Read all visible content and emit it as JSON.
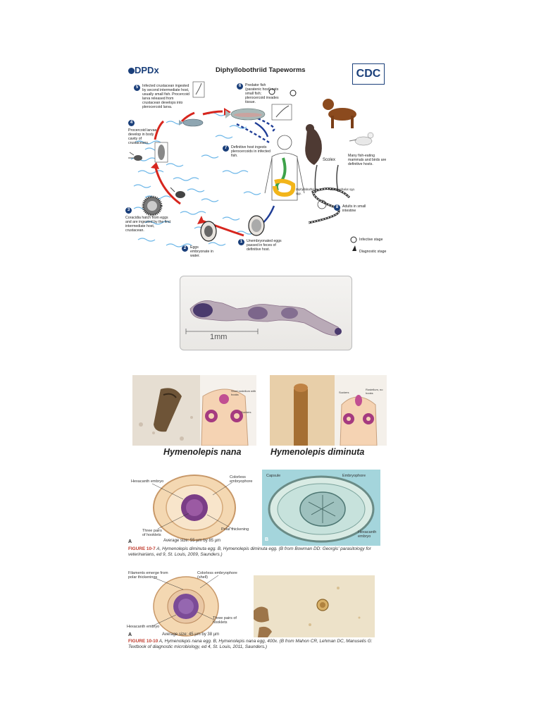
{
  "lifecycle": {
    "logo_left": "DPDx",
    "title": "Diphyllobothriid Tapeworms",
    "logo_right": "CDC",
    "steps": [
      {
        "num": "1",
        "text": "Unembryonated eggs passed in feces of definitive host."
      },
      {
        "num": "2",
        "text": "Eggs embryonate in water."
      },
      {
        "num": "3",
        "text": "Coracidia hatch from eggs and are ingested by the first intermediate host, crustacean."
      },
      {
        "num": "4",
        "text": "Procercoid larvae develop in body cavity of crustaceans."
      },
      {
        "num": "5",
        "text": "Infected crustacean ingested by second intermediate host, usually small fish. Procercoid larva released from crustacean develops into plerocercoid larva."
      },
      {
        "num": "6",
        "text": "Predator fish (paratenic host) eats small fish; plerocercoid invades tissue."
      },
      {
        "num": "7",
        "text": "Definitive host ingests plerocercoids in infected fish."
      },
      {
        "num": "8",
        "text": "Adults in small intestine"
      }
    ],
    "hosts_note": "Many fish-eating mammals and birds are definitive hosts.",
    "scolex_label": "Scolex",
    "scolex_a": "Diphyllobothrium spp.",
    "scolex_b": "Adenocephalus spp.",
    "legend_infective": "Infective stage",
    "legend_diagnostic": "Diagnostic stage"
  },
  "micrograph": {
    "scale_label": "1mm"
  },
  "hymeno": {
    "left_name": "Hymenolepis nana",
    "right_name": "Hymenolepis diminuta",
    "left_labels": [
      "Short rostellum with hooks",
      "Suckers"
    ],
    "right_labels": [
      "Suckers",
      "Rostellum, no hooks"
    ]
  },
  "diminuta_egg": {
    "labels": {
      "hexacanth": "Hexacanth embryo",
      "colorless": "Colorless embryophore",
      "hooklets": "Three pairs of hooklets",
      "polar": "Polar thickening",
      "size": "Average size: 55 µm by 85 µm",
      "panel_a": "A",
      "panel_b": "B",
      "capsule": "Capsule",
      "embryophore": "Embryophore",
      "hexacanth_b": "Hexacanth embryo"
    },
    "caption_fig": "FIGURE 10-7",
    "caption_rest": " A, Hymenolepis diminuta egg. B, Hymenolepis diminuta egg. (B from Bowman DD: Georgis' parasitology for veterinarians, ed 9, St. Louis, 2009, Saunders.)"
  },
  "nana_egg": {
    "labels": {
      "filaments": "Filaments emerge from polar thickenings",
      "colorless": "Colorless embryophore (shell)",
      "hexacanth": "Hexacanth embryo",
      "hooklets": "Three pairs of hooklets",
      "size": "Average size: 45 µm by 38 µm",
      "panel_a": "A"
    },
    "caption_fig": "FIGURE 10-10",
    "caption_rest": " A, Hymenolepis nana egg. B, Hymenolepis nana egg, 400x. (B from Mahon CR, Lehman DC, Manuselis G: Textbook of diagnostic microbiology, ed 4, St. Louis, 2011, Saunders.)"
  }
}
